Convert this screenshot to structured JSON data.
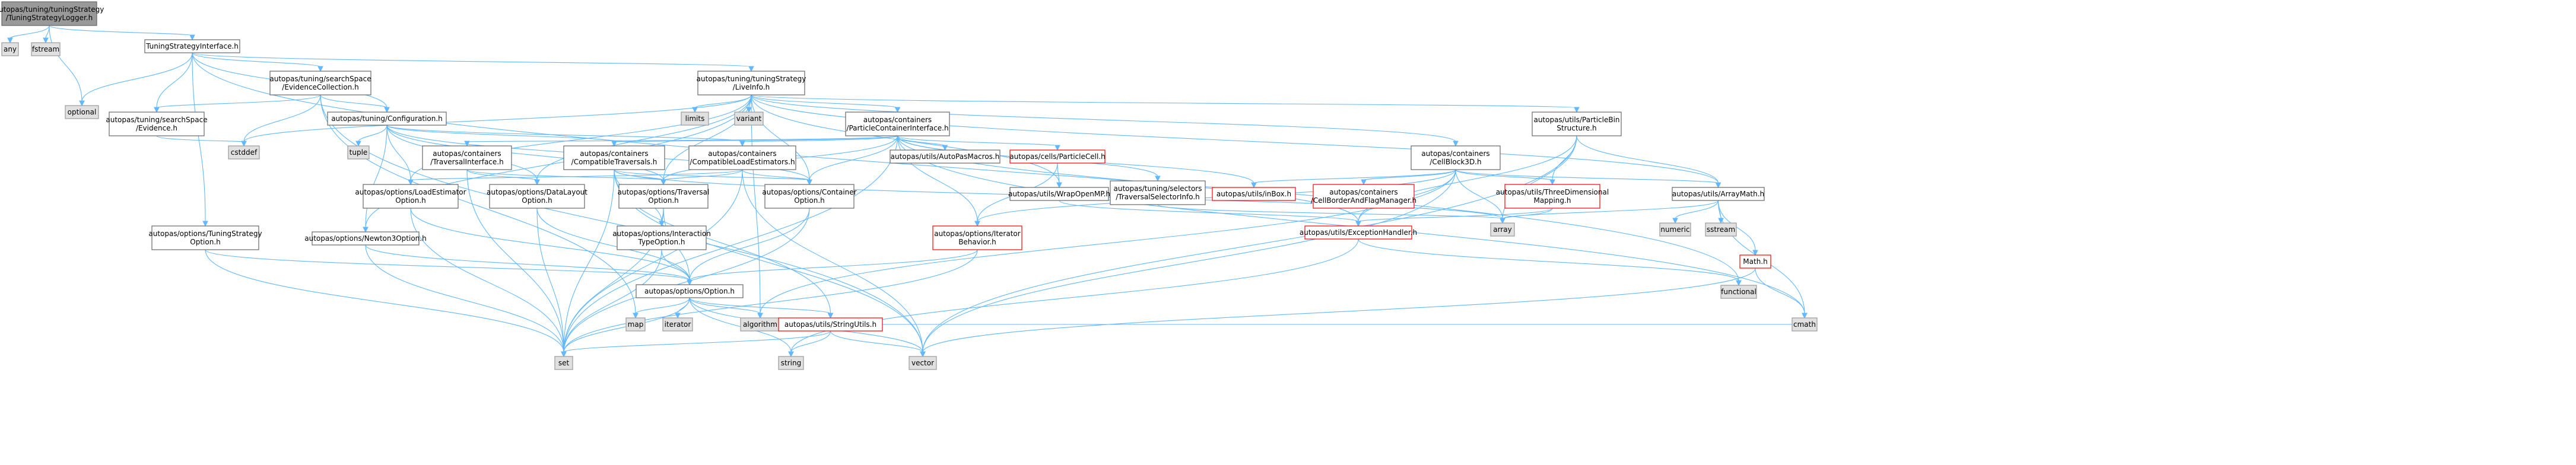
{
  "colors": {
    "root_fill": "#999999",
    "normal_fill": "#ffffff",
    "external_fill": "#e0e0e0",
    "normal_border": "#666666",
    "external_border": "#999999",
    "truncated_border": "#ff0000",
    "edge": "#63b8ff"
  },
  "nodes": {
    "logger": [
      "autopas/tuning/tuningStrategy",
      "/TuningStrategyLogger.h"
    ],
    "any": [
      "any"
    ],
    "fstream": [
      "fstream"
    ],
    "optional": [
      "optional"
    ],
    "tsi": [
      "TuningStrategyInterface.h"
    ],
    "evcoll": [
      "autopas/tuning/searchSpace",
      "/EvidenceCollection.h"
    ],
    "evidence": [
      "autopas/tuning/searchSpace",
      "/Evidence.h"
    ],
    "cstddef": [
      "cstddef"
    ],
    "config": [
      "autopas/tuning/Configuration.h"
    ],
    "tuple": [
      "tuple"
    ],
    "liveinfo": [
      "autopas/tuning/tuningStrategy",
      "/LiveInfo.h"
    ],
    "limits": [
      "limits"
    ],
    "variant": [
      "variant"
    ],
    "pci": [
      "autopas/containers",
      "/ParticleContainerInterface.h"
    ],
    "autopasmacros": [
      "autopas/utils/AutoPasMacros.h"
    ],
    "particlecell": [
      "autopas/cells/ParticleCell.h"
    ],
    "wrapopenmp": [
      "autopas/utils/WrapOpenMP.h"
    ],
    "tsinfo": [
      "autopas/tuning/selectors",
      "/TraversalSelectorInfo.h"
    ],
    "inbox": [
      "autopas/utils/inBox.h"
    ],
    "cellblock": [
      "autopas/containers",
      "/CellBlock3D.h"
    ],
    "cellborder": [
      "autopas/containers",
      "/CellBorderAndFlagManager.h"
    ],
    "threedim": [
      "autopas/utils/ThreeDimensional",
      "Mapping.h"
    ],
    "particlebin": [
      "autopas/utils/ParticleBin",
      "Structure.h"
    ],
    "arraymath": [
      "autopas/utils/ArrayMath.h"
    ],
    "numeric": [
      "numeric"
    ],
    "sstream": [
      "sstream"
    ],
    "mathh": [
      "Math.h"
    ],
    "cmath": [
      "cmath"
    ],
    "array": [
      "array"
    ],
    "exception": [
      "autopas/utils/ExceptionHandler.h"
    ],
    "functional": [
      "functional"
    ],
    "tinterface": [
      "autopas/containers",
      "/TraversalInterface.h"
    ],
    "compattrav": [
      "autopas/containers",
      "/CompatibleTraversals.h"
    ],
    "compatload": [
      "autopas/containers",
      "/CompatibleLoadEstimators.h"
    ],
    "loadest": [
      "autopas/options/LoadEstimator",
      "Option.h"
    ],
    "datalayout": [
      "autopas/options/DataLayout",
      "Option.h"
    ],
    "travopt": [
      "autopas/options/Traversal",
      "Option.h"
    ],
    "containeropt": [
      "autopas/options/Container",
      "Option.h"
    ],
    "itertype": [
      "autopas/options/Interaction",
      "TypeOption.h"
    ],
    "iterbeh": [
      "autopas/options/Iterator",
      "Behavior.h"
    ],
    "tuningopt": [
      "autopas/options/TuningStrategy",
      "Option.h"
    ],
    "newton3": [
      "autopas/options/Newton3Option.h"
    ],
    "option": [
      "autopas/options/Option.h"
    ],
    "map": [
      "map"
    ],
    "iterator": [
      "iterator"
    ],
    "algorithm": [
      "algorithm"
    ],
    "stringutils": [
      "autopas/utils/StringUtils.h"
    ],
    "set": [
      "set"
    ],
    "string": [
      "string"
    ],
    "vector": [
      "vector"
    ]
  }
}
